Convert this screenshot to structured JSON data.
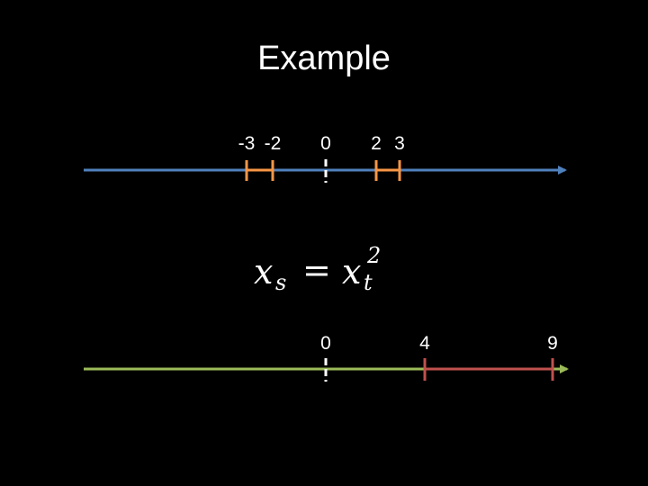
{
  "title": "Example",
  "top_line": {
    "color": "#4f81bd",
    "tick_labels": [
      "-3",
      "-2",
      "0",
      "2",
      "3"
    ],
    "interval_color": "#f79646",
    "zero_mark_color": "#ffffff"
  },
  "formula": {
    "lhs_var": "x",
    "lhs_sub": "s",
    "equals": "=",
    "rhs_var": "x",
    "rhs_sub": "t",
    "rhs_sup": "2"
  },
  "bottom_line": {
    "color": "#9bbb59",
    "tick_labels": [
      "0",
      "4",
      "9"
    ],
    "interval_color": "#c0504d",
    "zero_mark_color": "#ffffff"
  }
}
